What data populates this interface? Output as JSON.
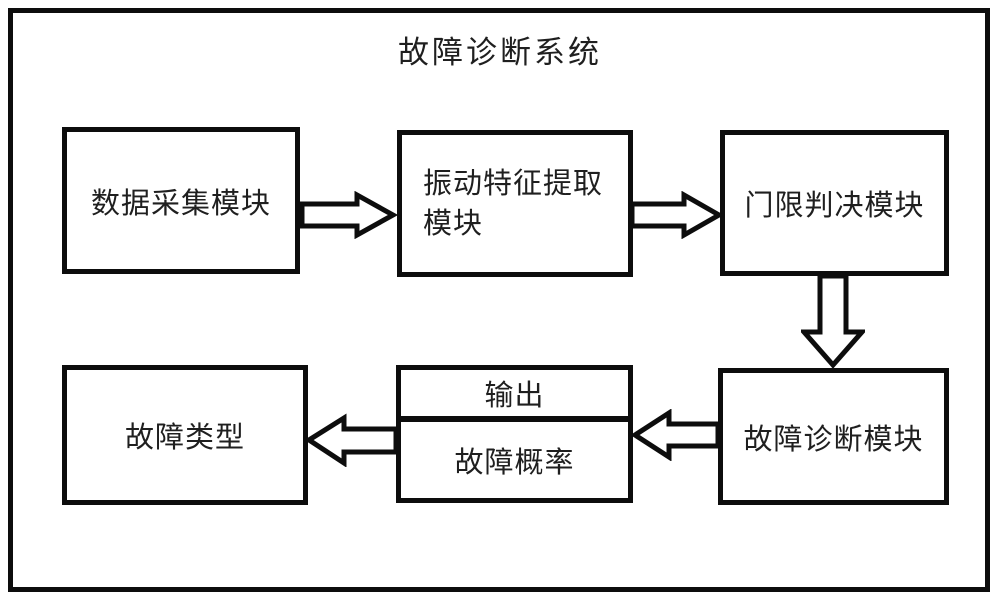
{
  "diagram": {
    "title": "故障诊断系统",
    "nodes": [
      {
        "id": "data-acquisition-module",
        "label": "数据采集模块"
      },
      {
        "id": "vibration-feature-extraction-module",
        "label": "振动特征提取模块",
        "lines": [
          "振动特征提取",
          "模块"
        ]
      },
      {
        "id": "threshold-decision-module",
        "label": "门限判决模块"
      },
      {
        "id": "fault-diagnosis-module",
        "label": "故障诊断模块"
      },
      {
        "id": "output-box",
        "header": "输出",
        "body": "故障概率"
      },
      {
        "id": "fault-type-box",
        "label": "故障类型"
      }
    ],
    "flow": [
      {
        "from": "数据采集模块",
        "to": "振动特征提取模块",
        "direction": "right"
      },
      {
        "from": "振动特征提取模块",
        "to": "门限判决模块",
        "direction": "right"
      },
      {
        "from": "门限判决模块",
        "to": "故障诊断模块",
        "direction": "down"
      },
      {
        "from": "故障诊断模块",
        "to": "输出 / 故障概率",
        "direction": "left"
      },
      {
        "from": "输出 / 故障概率",
        "to": "故障类型",
        "direction": "left"
      }
    ]
  },
  "colors": {
    "border": "#0d0d0d",
    "background": "#ffffff",
    "text": "#1f1f1f"
  }
}
